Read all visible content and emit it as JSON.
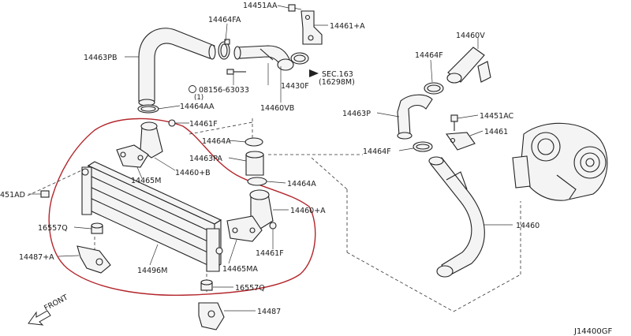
{
  "diagram": {
    "drawing_code": "J14400GF",
    "front_label": "FRONT",
    "highlight_color": "#b3262c",
    "callouts": [
      {
        "id": "c-14451aa",
        "text": "14451AA"
      },
      {
        "id": "c-14464fa",
        "text": "14464FA"
      },
      {
        "id": "c-14461a-top",
        "text": "14461+A"
      },
      {
        "id": "c-14463pb",
        "text": "14463PB"
      },
      {
        "id": "c-sec163",
        "text": "SEC.163"
      },
      {
        "id": "c-16298m",
        "text": "(16298M)"
      },
      {
        "id": "c-08156",
        "text": "08156-63033"
      },
      {
        "id": "c-08156-qty",
        "text": "(1)"
      },
      {
        "id": "c-14430f",
        "text": "14430F"
      },
      {
        "id": "c-14460vb",
        "text": "14460VB"
      },
      {
        "id": "c-14464aa",
        "text": "14464AA"
      },
      {
        "id": "c-14461f-top",
        "text": "14461F"
      },
      {
        "id": "c-14464a-top",
        "text": "14464A"
      },
      {
        "id": "c-14463pa",
        "text": "14463PA"
      },
      {
        "id": "c-14465m",
        "text": "14465M"
      },
      {
        "id": "c-14460b",
        "text": "14460+B"
      },
      {
        "id": "c-14464a-bot",
        "text": "14464A"
      },
      {
        "id": "c-14460a",
        "text": "14460+A"
      },
      {
        "id": "c-14451ad",
        "text": "451AD"
      },
      {
        "id": "c-16557q-left",
        "text": "16557Q"
      },
      {
        "id": "c-14487a",
        "text": "14487+A"
      },
      {
        "id": "c-14496m",
        "text": "14496M"
      },
      {
        "id": "c-14465ma",
        "text": "14465MA"
      },
      {
        "id": "c-14461f-bot",
        "text": "14461F"
      },
      {
        "id": "c-16557q-bot",
        "text": "16557Q"
      },
      {
        "id": "c-14487",
        "text": "14487"
      },
      {
        "id": "c-14460v",
        "text": "14460V"
      },
      {
        "id": "c-14464f-top",
        "text": "14464F"
      },
      {
        "id": "c-14463p",
        "text": "14463P"
      },
      {
        "id": "c-14451ac",
        "text": "14451AC"
      },
      {
        "id": "c-14461",
        "text": "14461"
      },
      {
        "id": "c-14464f-mid",
        "text": "14464F"
      },
      {
        "id": "c-14460",
        "text": "14460"
      }
    ]
  }
}
